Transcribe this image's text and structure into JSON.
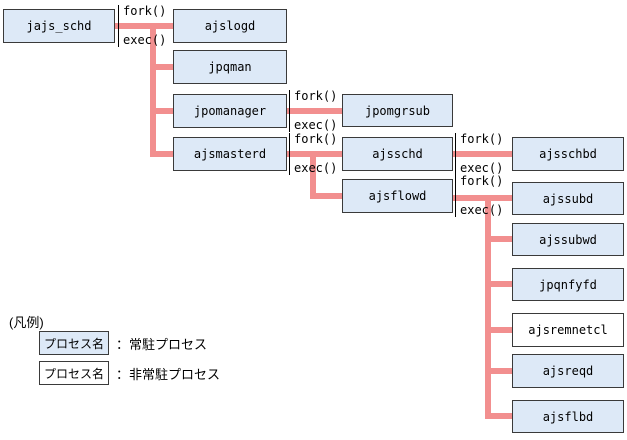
{
  "diagram": {
    "labels": {
      "fork": "fork()",
      "exec": "exec()"
    },
    "nodes": [
      {
        "id": "jajs_schd",
        "label": "jajs_schd",
        "type": "resident"
      },
      {
        "id": "ajslogd",
        "label": "ajslogd",
        "type": "resident"
      },
      {
        "id": "jpqman",
        "label": "jpqman",
        "type": "resident"
      },
      {
        "id": "jpomanager",
        "label": "jpomanager",
        "type": "resident"
      },
      {
        "id": "ajsmasterd",
        "label": "ajsmasterd",
        "type": "resident"
      },
      {
        "id": "jpomgrsub",
        "label": "jpomgrsub",
        "type": "resident"
      },
      {
        "id": "ajsschd",
        "label": "ajsschd",
        "type": "resident"
      },
      {
        "id": "ajsflowd",
        "label": "ajsflowd",
        "type": "resident"
      },
      {
        "id": "ajsschbd",
        "label": "ajsschbd",
        "type": "resident"
      },
      {
        "id": "ajssubd",
        "label": "ajssubd",
        "type": "resident"
      },
      {
        "id": "ajssubwd",
        "label": "ajssubwd",
        "type": "resident"
      },
      {
        "id": "jpqnfyfd",
        "label": "jpqnfyfd",
        "type": "resident"
      },
      {
        "id": "ajsremnetcl",
        "label": "ajsremnetcl",
        "type": "non-resident"
      },
      {
        "id": "ajsreqd",
        "label": "ajsreqd",
        "type": "resident"
      },
      {
        "id": "ajsflbd",
        "label": "ajsflbd",
        "type": "resident"
      }
    ],
    "legend": {
      "title": "(凡例)",
      "items": [
        {
          "box_label": "プロセス名",
          "description": "：常駐プロセス",
          "style": "resident"
        },
        {
          "box_label": "プロセス名",
          "description": "：非常駐プロセス",
          "style": "non-resident"
        }
      ]
    },
    "colors": {
      "resident_fill": "#dde9f7",
      "non_resident_fill": "#ffffff",
      "connector": "#f28f8f",
      "border": "#3a3a3a"
    }
  }
}
